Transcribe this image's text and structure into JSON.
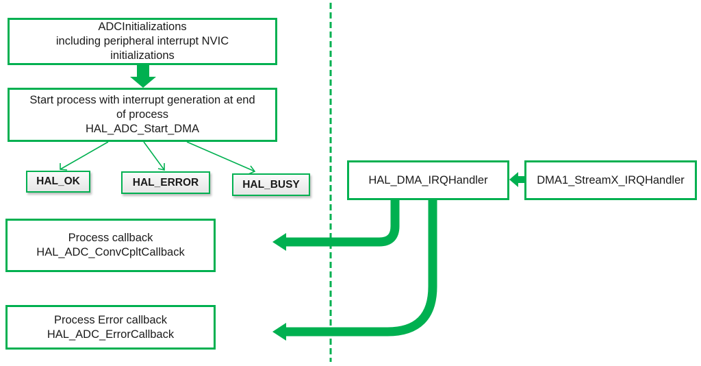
{
  "diagram": {
    "accent_color": "#00b050",
    "init_box": {
      "lines": [
        "ADCInitializations",
        "including peripheral interrupt NVIC",
        "initializations"
      ]
    },
    "start_box": {
      "lines": [
        "Start process with interrupt generation at end",
        "of process",
        "HAL_ADC_Start_DMA"
      ]
    },
    "return_values": [
      "HAL_OK",
      "HAL_ERROR",
      "HAL_BUSY"
    ],
    "callback_box": {
      "lines": [
        "Process callback",
        "HAL_ADC_ConvCpltCallback"
      ]
    },
    "error_callback_box": {
      "lines": [
        "Process Error callback",
        "HAL_ADC_ErrorCallback"
      ]
    },
    "dma_handler_box": {
      "label": "HAL_DMA_IRQHandler"
    },
    "stream_handler_box": {
      "label": "DMA1_StreamX_IRQHandler"
    }
  }
}
